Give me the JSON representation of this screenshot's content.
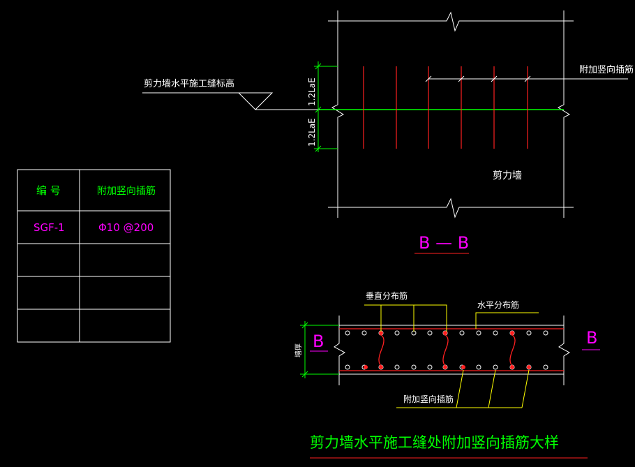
{
  "section_view": {
    "label_construction_joint": "剪力墙水平施工缝标高",
    "label_added_dowels": "附加竖向插筋",
    "label_shear_wall": "剪力墙",
    "dim_upper": "1.2LaE",
    "dim_lower": "1.2LaE",
    "section_title": "B — B"
  },
  "table": {
    "headers": [
      "编  号",
      "附加竖向插筋"
    ],
    "rows": [
      [
        "SGF-1",
        "Φ10 @200"
      ],
      [
        "",
        ""
      ],
      [
        "",
        ""
      ],
      [
        "",
        ""
      ]
    ]
  },
  "plan_view": {
    "label_vertical_bars": "垂直分布筋",
    "label_horizontal_bars": "水平分布筋",
    "label_added_dowels": "附加竖向插筋",
    "label_wall_thickness": "墙厚",
    "cut_mark_left": "B",
    "cut_mark_right": "B"
  },
  "drawing_title": "剪力墙水平施工缝处附加竖向插筋大样",
  "colors": {
    "background": "#000000",
    "outline": "#ffffff",
    "rebar": "#ff2020",
    "joint_line": "#00ff00",
    "dimension": "#00ff00",
    "leader": "#ffff00",
    "table_text": "#ff00ff",
    "table_header": "#00ff00",
    "title": "#00ff00"
  }
}
